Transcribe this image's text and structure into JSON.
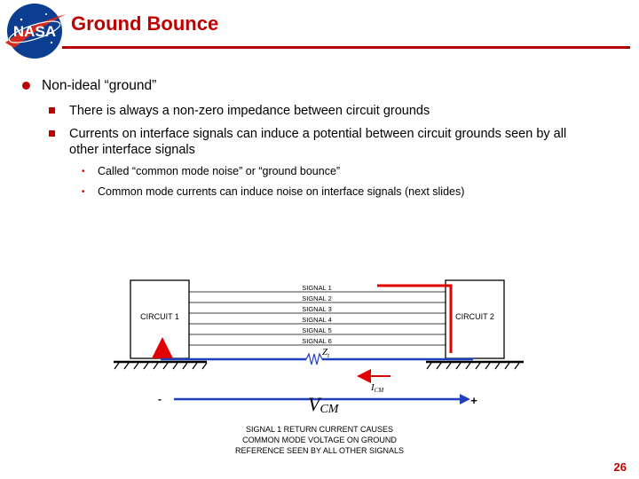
{
  "header": {
    "logo_text": "NASA",
    "title": "Ground Bounce"
  },
  "content": {
    "level1": "Non-ideal “ground”",
    "bullets": [
      "There is always a non-zero impedance between circuit grounds",
      "Currents on interface signals can induce a potential between circuit grounds seen by all",
      "other interface signals"
    ],
    "sub_bullets": [
      "Called “common mode noise” or “ground bounce”",
      "Common mode currents can induce noise on interface signals (next slides)"
    ]
  },
  "diagram": {
    "circuit1": "CIRCUIT 1",
    "circuit2": "CIRCUIT 2",
    "signals": [
      "SIGNAL 1",
      "SIGNAL 2",
      "SIGNAL 3",
      "SIGNAL 4",
      "SIGNAL 5",
      "SIGNAL 6"
    ],
    "impedance": "Z",
    "impedance_sub": "t",
    "current": "I",
    "current_sub": "CM",
    "voltage": "V",
    "voltage_sub": "CM",
    "minus": "-",
    "plus": "+",
    "caption": [
      "SIGNAL 1 RETURN CURRENT CAUSES",
      "COMMON MODE VOLTAGE ON GROUND",
      "REFERENCE SEEN BY ALL OTHER SIGNALS"
    ],
    "colors": {
      "current_path": "#e00000",
      "ground_path": "#1f3fbf"
    }
  },
  "footer": {
    "page_number": "26"
  }
}
